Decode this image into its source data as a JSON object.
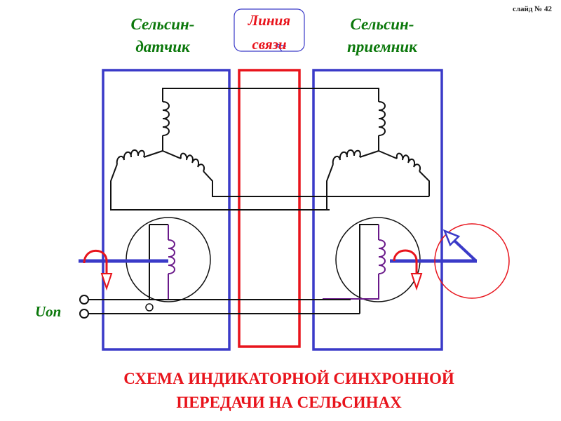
{
  "slide_label": "слайд № 42",
  "sender_title": [
    "Сельсин-",
    "датчик"
  ],
  "line_title": [
    "Линия",
    "связи"
  ],
  "receiver_title": [
    "Сельсин-",
    "приемник"
  ],
  "voltage_label": "Uоп",
  "caption": [
    "СХЕМА ИНДИКАТОРНОЙ СИНХРОННОЙ",
    "ПЕРЕДАЧИ НА СЕЛЬСИНАХ"
  ],
  "colors": {
    "frame": "#3a3ac8",
    "line": "#e8141c",
    "title": "#0b780b",
    "rotor_coil": "#6a1a8a"
  }
}
